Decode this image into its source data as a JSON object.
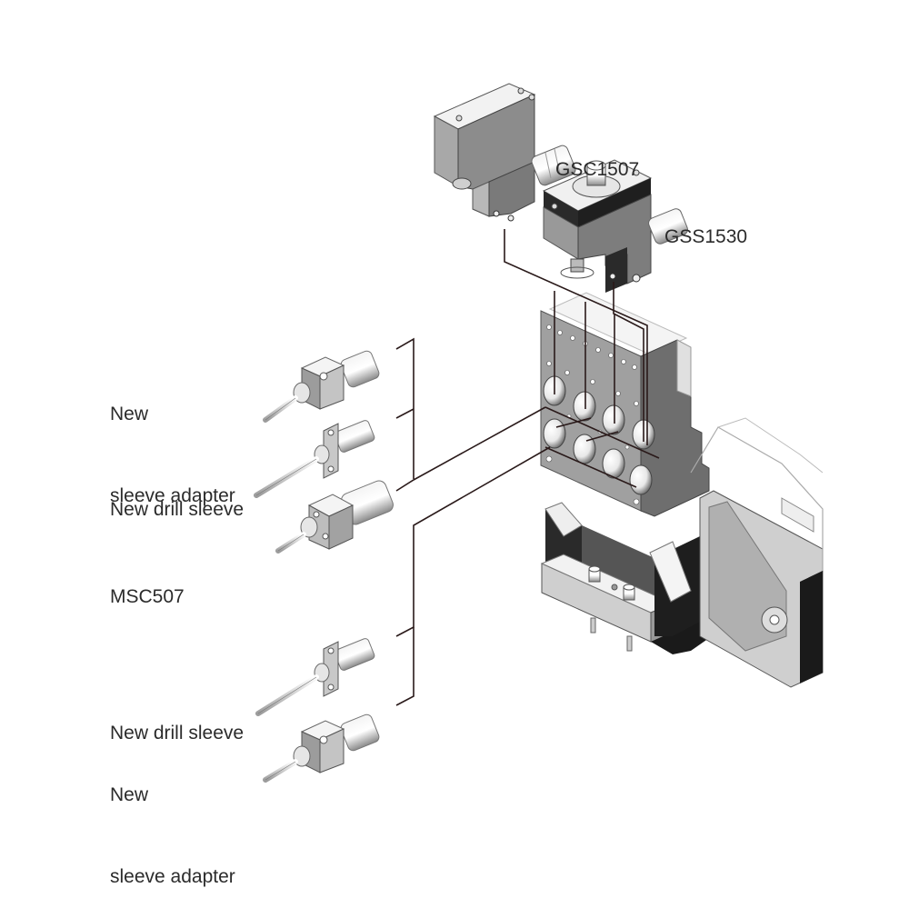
{
  "diagram": {
    "type": "exploded-view-assembly",
    "callouts": {
      "gsc1507": {
        "text": "GSC1507"
      },
      "gss1530": {
        "text": "GSS1530"
      },
      "sleeve_adapter_top": {
        "line1": "New",
        "line2": "sleeve adapter"
      },
      "drill_sleeve_top": {
        "text": "New drill sleeve"
      },
      "msc507": {
        "text": "MSC507"
      },
      "drill_sleeve_bottom": {
        "text": "New drill sleeve"
      },
      "sleeve_adapter_bottom": {
        "line1": "New",
        "line2": "sleeve adapter"
      }
    },
    "colors": {
      "background": "#ffffff",
      "text": "#2b2b2b",
      "leader_line": "#2a1a1a",
      "metal_light": "#d9d9d9",
      "metal_mid": "#9a9a9a",
      "metal_dark": "#5a5a5a",
      "shadow": "#1e1e1e"
    },
    "components": [
      "gsc1507-spindle-head",
      "gss1530-spindle-head",
      "sleeve-adapter",
      "drill-sleeve",
      "msc507-spindle",
      "tool-holder-plate",
      "machine-base-housing"
    ]
  }
}
